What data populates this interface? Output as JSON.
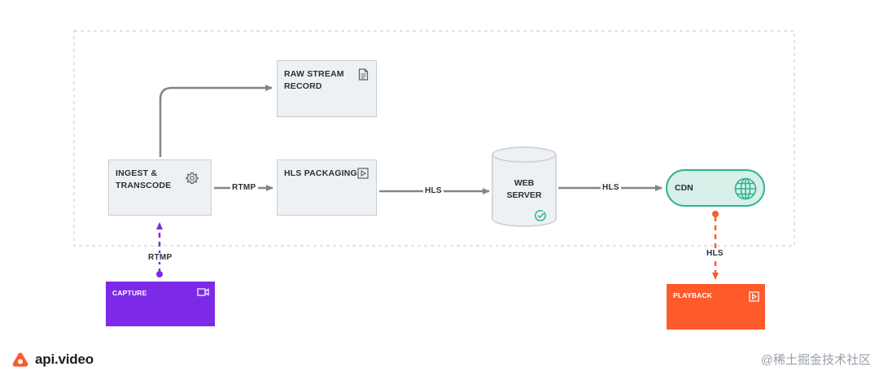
{
  "nodes": {
    "raw_record": "RAW STREAM\nRECORD",
    "ingest": "INGEST &\nTRANSCODE",
    "hls_packaging": "HLS PACKAGING",
    "web_server": "WEB\nSERVER",
    "cdn": "CDN",
    "capture": "CAPTURE",
    "playback": "PLAYBACK"
  },
  "edge_labels": {
    "ingest_to_hls": "RTMP",
    "hls_to_web": "HLS",
    "web_to_cdn": "HLS",
    "capture_to_ingest": "RTMP",
    "cdn_to_playback": "HLS"
  },
  "colors": {
    "capture": "#7d2ae8",
    "playback": "#ff5a2c",
    "cdn_fill": "#d8efea",
    "cdn_border": "#2fb48e",
    "arrow_gray": "#7f868d",
    "arrow_purple": "#7d2ae8",
    "arrow_orange": "#ff5a2c",
    "brand": "#ff5a2c"
  },
  "icons": {
    "raw_record": "document-icon",
    "ingest": "gear-icon",
    "hls_packaging": "play-icon",
    "web_server": "check-circle-icon",
    "cdn": "globe-icon",
    "capture": "video-camera-icon",
    "playback": "play-icon"
  },
  "brand": {
    "name": "api.video"
  },
  "watermark": "@稀土掘金技术社区"
}
